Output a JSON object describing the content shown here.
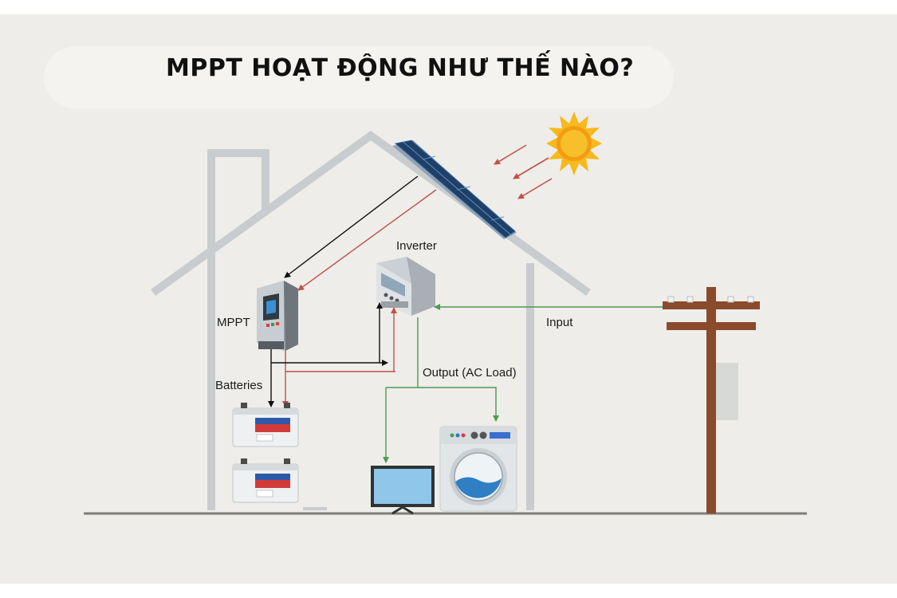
{
  "title": "MPPT HOẠT ĐỘNG NHƯ THẾ NÀO?",
  "labels": {
    "inverter": "Inverter",
    "mppt": "MPPT",
    "batteries": "Batteries",
    "output": "Output (AC Load)",
    "input": "Input"
  },
  "icons": [
    "sun-icon",
    "solar-panel-icon",
    "mppt-controller-icon",
    "inverter-icon",
    "battery-icon",
    "television-icon",
    "washing-machine-icon",
    "utility-pole-icon"
  ],
  "colors": {
    "dc_line": "#111111",
    "solar_line": "#c0514a",
    "ac_line": "#4f9a4f",
    "house_outline": "#c9cccf",
    "pole": "#8a4a2c",
    "sun": "#f7b91c"
  }
}
